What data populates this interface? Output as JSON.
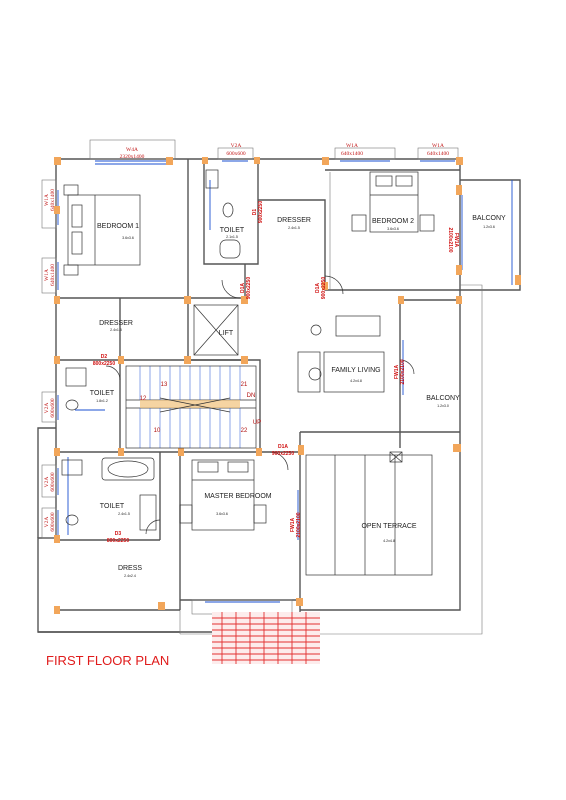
{
  "title": "FIRST FLOOR PLAN",
  "rooms": {
    "bedroom1": {
      "name": "BEDROOM 1",
      "size": "3.6x3.6"
    },
    "bedroom2": {
      "name": "BEDROOM 2",
      "size": "3.6x3.6"
    },
    "toilet_top": {
      "name": "TOILET",
      "size": "2.1x1.5"
    },
    "dresser_top": {
      "name": "DRESSER",
      "size": "2.4x1.5"
    },
    "balcony_right": {
      "name": "BALCONY",
      "size": "1.2x3.6"
    },
    "dresser_left": {
      "name": "DRESSER",
      "size": "2.4x1.5"
    },
    "lift": {
      "name": "LIFT"
    },
    "family_living": {
      "name": "FAMILY LIVING",
      "size": "4.2x4.8"
    },
    "toilet_left": {
      "name": "TOILET",
      "size": "1.8x1.2"
    },
    "balcony_mid": {
      "name": "BALCONY",
      "size": "1.2x3.0"
    },
    "toilet_master": {
      "name": "TOILET",
      "size": "2.4x1.5"
    },
    "master_bedroom": {
      "name": "MASTER BEDROOM",
      "size": "3.6x3.6"
    },
    "open_terrace": {
      "name": "OPEN TERRACE",
      "size": "4.2x4.8"
    },
    "dress": {
      "name": "DRESS",
      "size": "2.4x2.4"
    }
  },
  "windows": {
    "w4a_top": {
      "code": "W4A",
      "size": "2320x1400"
    },
    "v2a_top": {
      "code": "V2A",
      "size": "600x600"
    },
    "w1a_b2a": {
      "code": "W1A",
      "size": "640x1400"
    },
    "w1a_b2b": {
      "code": "W1A",
      "size": "640x1400"
    },
    "w1a_left1": {
      "code": "W1A",
      "size": "640x1400"
    },
    "w1a_left2": {
      "code": "W1A",
      "size": "640x1400"
    },
    "v2a_left1": {
      "code": "V2A",
      "size": "600x600"
    },
    "v2a_left2": {
      "code": "V2A",
      "size": "600x600"
    },
    "v2a_left3": {
      "code": "V2A",
      "size": "600x600"
    }
  },
  "doors": {
    "d1_dresser": {
      "code": "D1",
      "size": "900x2250"
    },
    "d1a_b1": {
      "code": "D1A",
      "size": "900x2250"
    },
    "d1a_b2": {
      "code": "D1A",
      "size": "900x2250"
    },
    "d2_left": {
      "code": "D2",
      "size": "800x2250"
    },
    "d3_master": {
      "code": "D3",
      "size": "800x2250"
    },
    "d1a_master": {
      "code": "D1A",
      "size": "900x2250"
    },
    "fw1a_balcony": {
      "code": "FW1A",
      "size": "2100x2100"
    },
    "fw1a_bal2": {
      "code": "FW1A",
      "size": "2100x2100"
    },
    "fw1a_terrace": {
      "code": "FW1A",
      "size": "2100x2100"
    }
  },
  "stairs": {
    "n13": "13",
    "n12": "12",
    "n10": "10",
    "n21": "21",
    "n22": "22",
    "dn": "DN",
    "up": "UP"
  },
  "colors": {
    "wall": "#555555",
    "column": "#f2a65a",
    "window": "#1a4fd0",
    "annotation": "#d01010",
    "paving": "#e23030"
  }
}
